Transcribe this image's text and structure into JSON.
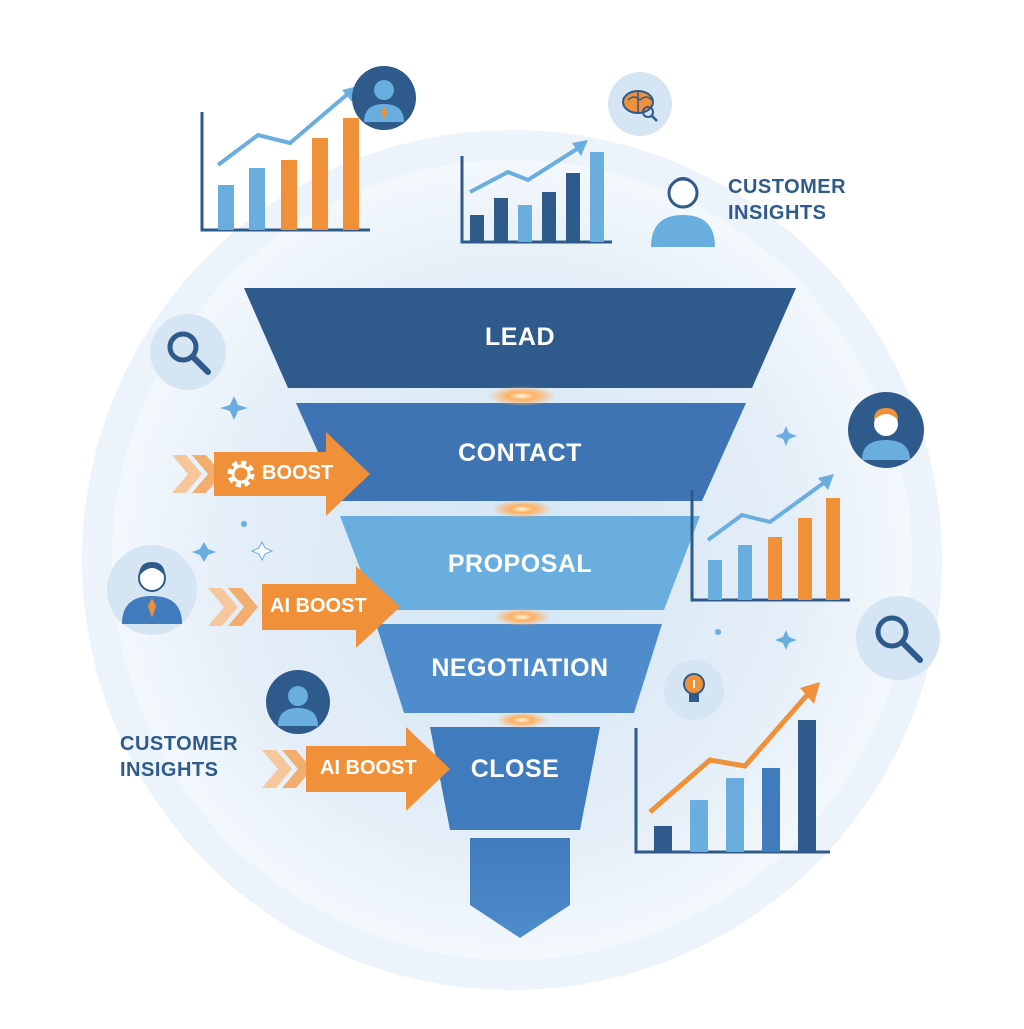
{
  "funnel": {
    "stages": [
      "LEAD",
      "CONTACT",
      "PROPOSAL",
      "NEGOTIATION",
      "CLOSE"
    ]
  },
  "boosts": {
    "top": "BOOST",
    "middle": "AI BOOST",
    "bottom": "AI BOOST"
  },
  "insights": {
    "right_line1": "CUSTOMER",
    "right_line2": "INSIGHTS",
    "left_line1": "CUSTOMER",
    "left_line2": "INSIGHTS"
  },
  "colors": {
    "dark_blue": "#2e5a8c",
    "mid_blue": "#3f7bbd",
    "light_blue": "#6aaee0",
    "orange": "#f0913a",
    "glow": "#ffb060"
  },
  "icons": [
    "magnifier-icon",
    "brain-icon",
    "gear-icon",
    "lightbulb-icon",
    "person-icon",
    "bar-chart-icon",
    "sparkle-icon"
  ]
}
